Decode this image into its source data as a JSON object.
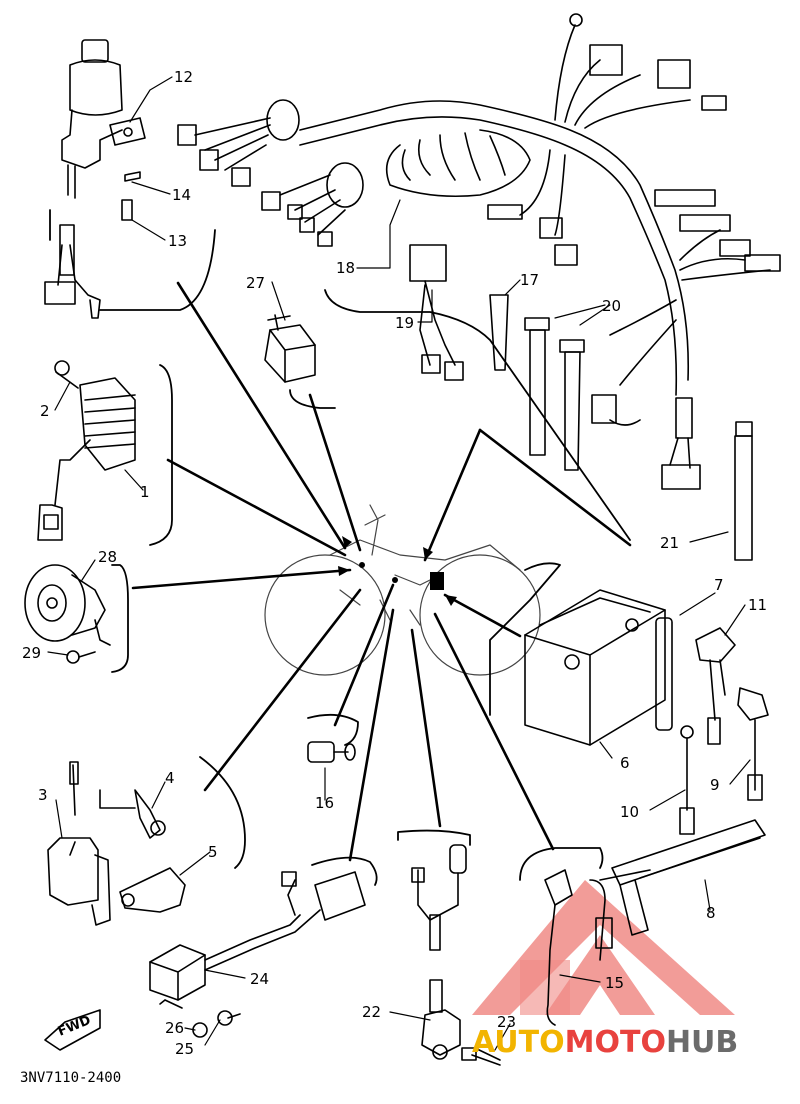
{
  "diagram_code": "3NV7110-2400",
  "fwd_label": "FWD",
  "watermark": {
    "part1": "AUTO",
    "part2": "MOTO",
    "part3": "HUB",
    "colors": {
      "auto": "#f2b400",
      "moto": "#e8423e",
      "hub": "#6b6b6b"
    }
  },
  "callouts": {
    "c1": "1",
    "c2": "2",
    "c3": "3",
    "c4": "4",
    "c5": "5",
    "c6": "6",
    "c7": "7",
    "c8": "8",
    "c9": "9",
    "c10": "10",
    "c11": "11",
    "c12": "12",
    "c13": "13",
    "c14": "14",
    "c15": "15",
    "c16": "16",
    "c17": "17",
    "c18": "18",
    "c19": "19",
    "c20": "20",
    "c21": "21",
    "c22": "22",
    "c23": "23",
    "c24": "24",
    "c25": "25",
    "c26": "26",
    "c27": "27",
    "c28": "28",
    "c29": "29"
  }
}
